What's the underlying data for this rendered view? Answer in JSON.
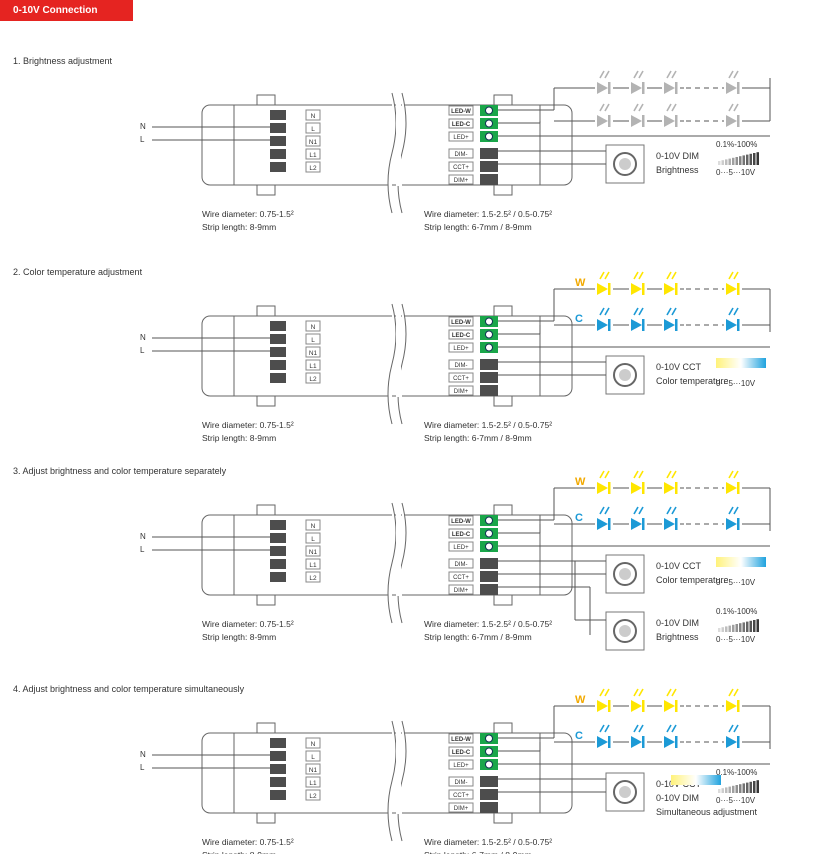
{
  "banner": "0-10V Connection",
  "sections": [
    {
      "title": "1. Brightness adjustment",
      "ctrl1": {
        "line1": "0-10V DIM",
        "line2": "Brightness",
        "legend_top": "0.1%-100%",
        "legend_bottom": "0···5···10V",
        "grad": "bright"
      }
    },
    {
      "title": "2. Color temperature adjustment",
      "ctrl1": {
        "line1": "0-10V CCT",
        "line2": "Color temperature",
        "legend_top": "",
        "legend_bottom": "0···5···10V",
        "grad": "cct"
      }
    },
    {
      "title": "3. Adjust brightness and color temperature separately",
      "ctrl1": {
        "line1": "0-10V CCT",
        "line2": "Color temperature",
        "legend_top": "",
        "legend_bottom": "0···5···10V",
        "grad": "cct"
      },
      "ctrl2": {
        "line1": "0-10V DIM",
        "line2": "Brightness",
        "legend_top": "0.1%-100%",
        "legend_bottom": "0···5···10V",
        "grad": "bright"
      }
    },
    {
      "title": "4. Adjust brightness and color temperature simultaneously",
      "ctrl1": {
        "line1": "0-10V CCT",
        "line2": "0-10V DIM",
        "line3": "Simultaneous adjustment",
        "legend_top": "0.1%-100%",
        "legend_bottom": "0···5···10V",
        "grad": "both"
      }
    }
  ],
  "input": {
    "n": "N",
    "l": "L",
    "terminals": [
      "N",
      "L",
      "N1",
      "L1",
      "L2"
    ]
  },
  "output": {
    "terminals": [
      "LED-W",
      "LED-C",
      "LED+",
      "DIM-",
      "CCT+",
      "DIM+"
    ]
  },
  "wire_in": {
    "diameter": "Wire diameter: 0.75-1.5²",
    "strip": "Strip length: 8-9mm"
  },
  "wire_out": {
    "diameter": "Wire diameter: 1.5-2.5² / 0.5-0.75²",
    "strip": "Strip length: 6-7mm / 8-9mm"
  },
  "led_labels": {
    "w": "W",
    "c": "C"
  },
  "colors": {
    "banner": "#e52421",
    "terminal": "#1aa64a",
    "led_gray": "#b3b3b3",
    "led_yellow": "#ffe600",
    "led_blue": "#1c9ad6",
    "line": "#555555",
    "body": "#666666"
  }
}
